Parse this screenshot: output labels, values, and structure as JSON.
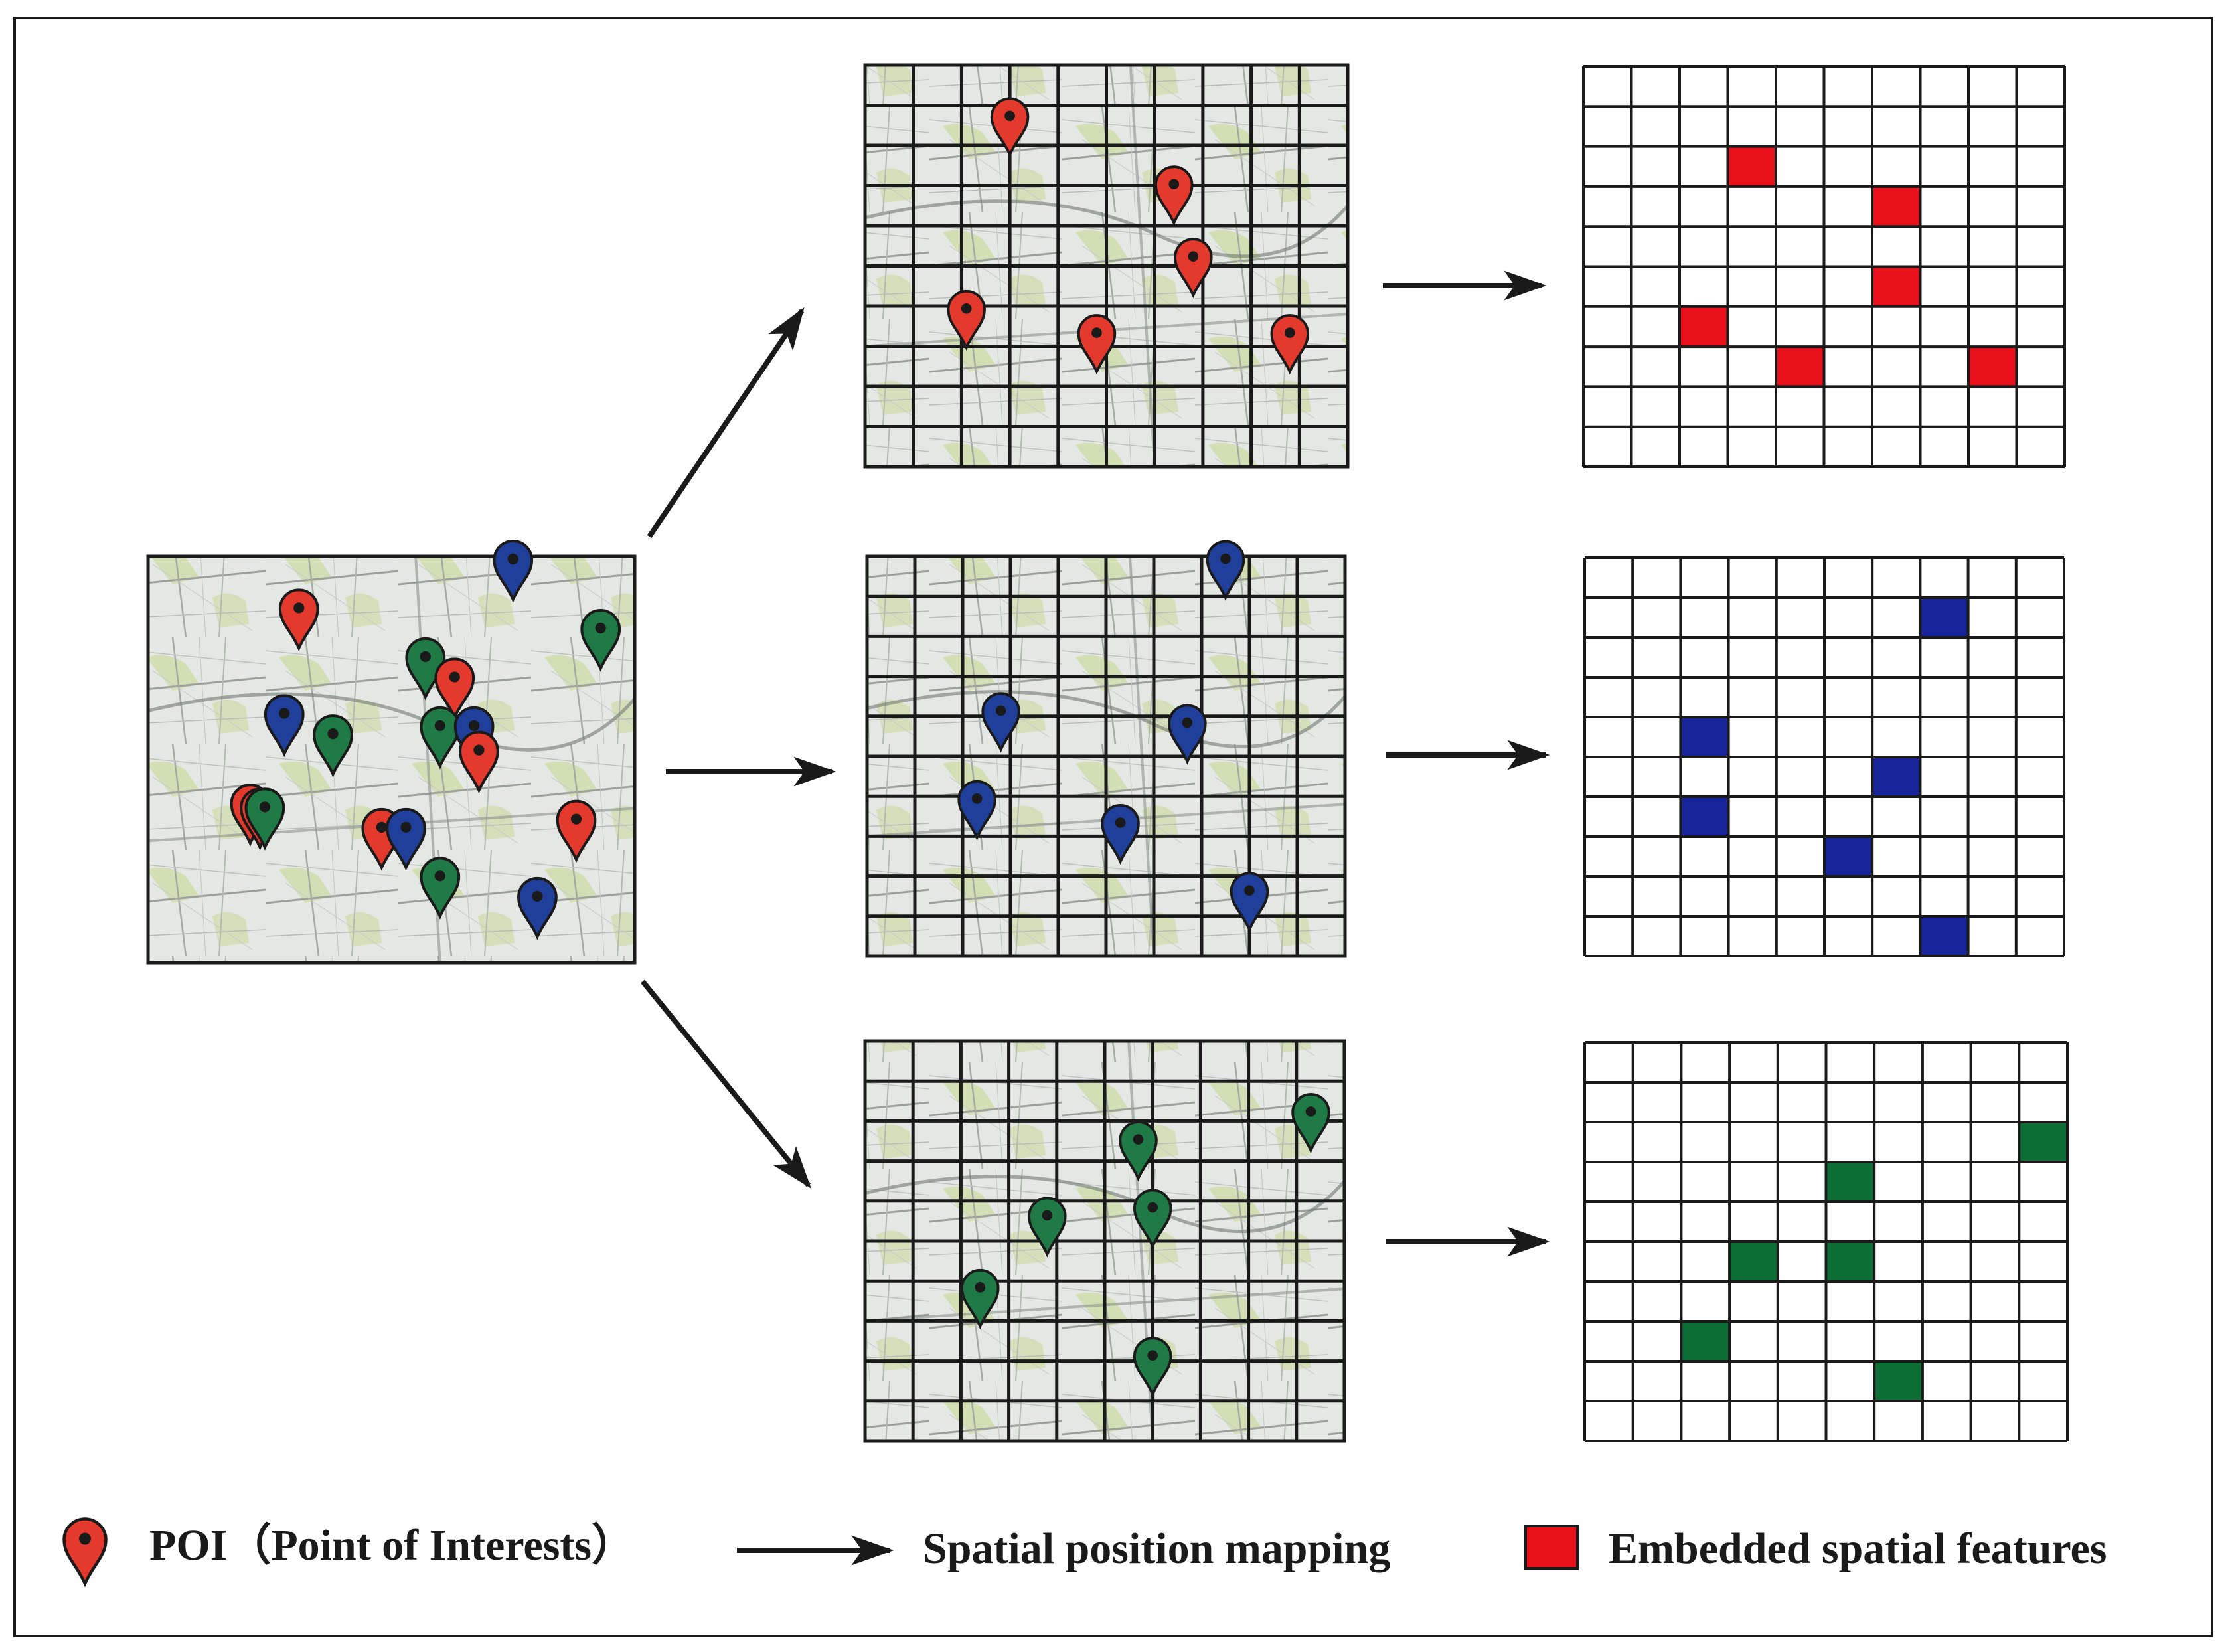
{
  "colors": {
    "red": "#e33a2d",
    "blue": "#1f3f9a",
    "green": "#1f7a46",
    "cell_red": "#e8101b",
    "cell_blue": "#18249a",
    "cell_green": "#0d6e36",
    "map_base": "#e3e6e2",
    "map_green": "#c9d9a8",
    "line": "#1a1a1a"
  },
  "grid": {
    "cols": 10,
    "rows": 10
  },
  "source_map": {
    "pins": [
      {
        "color": "red",
        "u": 0.31,
        "v": 0.18
      },
      {
        "color": "blue",
        "u": 0.75,
        "v": 0.06
      },
      {
        "color": "green",
        "u": 0.93,
        "v": 0.23
      },
      {
        "color": "green",
        "u": 0.57,
        "v": 0.3
      },
      {
        "color": "red",
        "u": 0.63,
        "v": 0.35
      },
      {
        "color": "blue",
        "u": 0.28,
        "v": 0.44
      },
      {
        "color": "green",
        "u": 0.38,
        "v": 0.49
      },
      {
        "color": "green",
        "u": 0.6,
        "v": 0.47
      },
      {
        "color": "blue",
        "u": 0.67,
        "v": 0.47
      },
      {
        "color": "red",
        "u": 0.68,
        "v": 0.53
      },
      {
        "color": "red",
        "u": 0.21,
        "v": 0.66
      },
      {
        "color": "red",
        "u": 0.23,
        "v": 0.67
      },
      {
        "color": "green",
        "u": 0.24,
        "v": 0.67
      },
      {
        "color": "red",
        "u": 0.48,
        "v": 0.72
      },
      {
        "color": "blue",
        "u": 0.53,
        "v": 0.72
      },
      {
        "color": "red",
        "u": 0.88,
        "v": 0.7
      },
      {
        "color": "green",
        "u": 0.6,
        "v": 0.84
      },
      {
        "color": "blue",
        "u": 0.8,
        "v": 0.89
      }
    ]
  },
  "rows": [
    {
      "color": "red",
      "pins": [
        {
          "u": 0.3,
          "v": 0.18
        },
        {
          "u": 0.64,
          "v": 0.35
        },
        {
          "u": 0.68,
          "v": 0.53
        },
        {
          "u": 0.21,
          "v": 0.66
        },
        {
          "u": 0.48,
          "v": 0.72
        },
        {
          "u": 0.88,
          "v": 0.72
        }
      ],
      "cells": [
        [
          3,
          2
        ],
        [
          6,
          3
        ],
        [
          6,
          5
        ],
        [
          2,
          6
        ],
        [
          4,
          7
        ],
        [
          8,
          7
        ]
      ]
    },
    {
      "color": "blue",
      "pins": [
        {
          "u": 0.75,
          "v": 0.06
        },
        {
          "u": 0.28,
          "v": 0.44
        },
        {
          "u": 0.67,
          "v": 0.47
        },
        {
          "u": 0.23,
          "v": 0.66
        },
        {
          "u": 0.53,
          "v": 0.72
        },
        {
          "u": 0.8,
          "v": 0.89
        }
      ],
      "cells": [
        [
          7,
          1
        ],
        [
          2,
          4
        ],
        [
          6,
          5
        ],
        [
          2,
          6
        ],
        [
          5,
          7
        ],
        [
          7,
          9
        ]
      ]
    },
    {
      "color": "green",
      "pins": [
        {
          "u": 0.93,
          "v": 0.23
        },
        {
          "u": 0.57,
          "v": 0.3
        },
        {
          "u": 0.38,
          "v": 0.49
        },
        {
          "u": 0.6,
          "v": 0.47
        },
        {
          "u": 0.24,
          "v": 0.67
        },
        {
          "u": 0.6,
          "v": 0.84
        }
      ],
      "cells": [
        [
          9,
          2
        ],
        [
          5,
          3
        ],
        [
          3,
          5
        ],
        [
          5,
          5
        ],
        [
          2,
          7
        ],
        [
          6,
          8
        ]
      ]
    }
  ],
  "legend": {
    "poi_label": "POI（Point of Interests）",
    "mapping_label": "Spatial position mapping",
    "features_label": "Embedded spatial features"
  }
}
